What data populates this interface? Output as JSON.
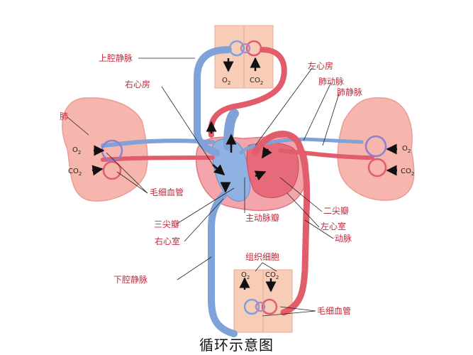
{
  "title": "循环示意图",
  "labels": {
    "superior_vena_cava": "上腔静脉",
    "left_atrium": "左心房",
    "pulmonary_artery": "肺动脉",
    "pulmonary_vein": "肺静脉",
    "right_atrium": "右心房",
    "lung": "肺",
    "capillaries_lung": "毛细血管",
    "tricuspid_valve": "三尖瓣",
    "right_ventricle": "右心室",
    "aortic_valve": "主动脉瓣",
    "mitral_valve": "二尖瓣",
    "left_ventricle": "左心室",
    "artery": "动脉",
    "tissue_cells": "组织细胞",
    "inferior_vena_cava": "下腔静脉",
    "capillaries_tissue": "毛细血管"
  },
  "gases": {
    "o2": "O",
    "co2": "CO",
    "sub2": "2"
  },
  "colors": {
    "venous": "#7fa2d8",
    "arterial": "#e25d6c",
    "tissue": "#f7cdb8",
    "lung": "#f6b5ad",
    "label": "#c0283c"
  }
}
